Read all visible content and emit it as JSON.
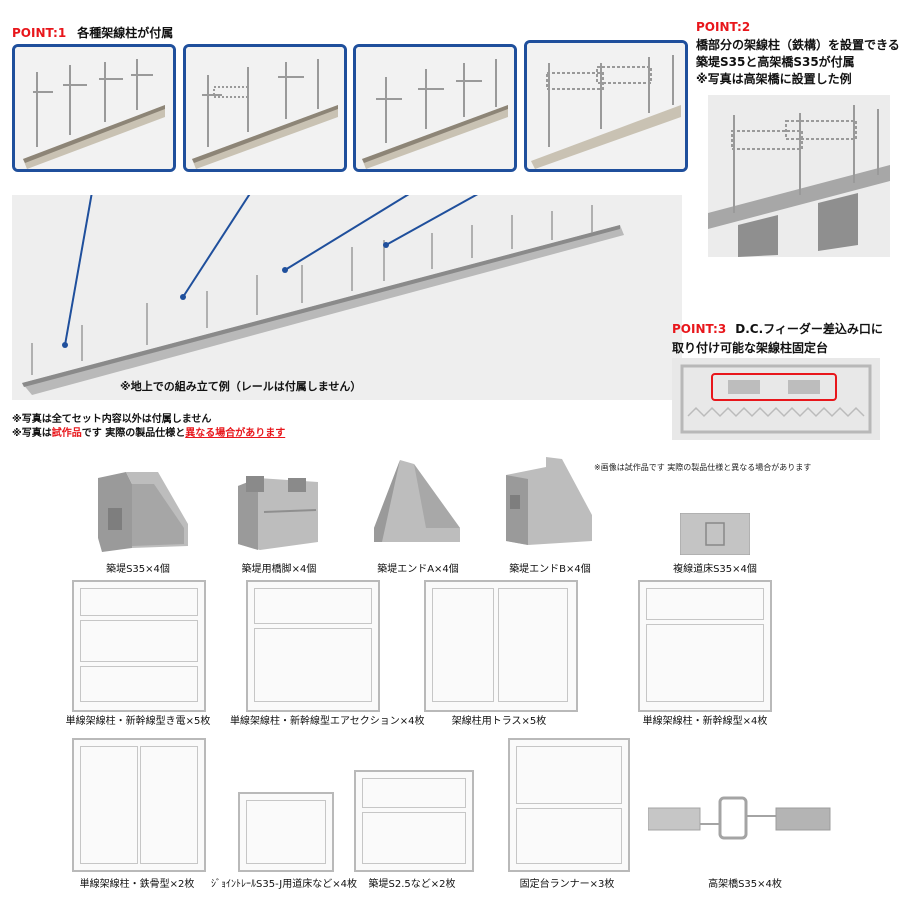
{
  "point1": {
    "label": "POINT:1",
    "text": "各種架線柱が付属"
  },
  "point2": {
    "label": "POINT:2",
    "lines": [
      "橋部分の架線柱（鉄構）を設置できる",
      "築堤S35と高架橋S35が付属",
      "※写真は高架橋に設置した例"
    ]
  },
  "point3": {
    "label": "POINT:3",
    "line1": "D.C.フィーダー差込み口に",
    "line2": "取り付け可能な架線柱固定台"
  },
  "main_photo": {
    "caption": "※地上での組み立て例（レールは付属しません）"
  },
  "notes": {
    "line1": "※写真は全てセット内容以外は付属しません",
    "line2_a": "※写真は",
    "line2_red": "試作品",
    "line2_b": "です 実際の製品仕様と",
    "line2_ul": "異なる場合があります"
  },
  "prototype_note": "※画像は試作品です 実際の製品仕様と異なる場合があります",
  "parts": [
    {
      "id": "embankment-s35",
      "label": "築堤S35×4個"
    },
    {
      "id": "embankment-pier",
      "label": "築堤用橋脚×4個"
    },
    {
      "id": "embankment-end-a",
      "label": "築堤エンドA×4個"
    },
    {
      "id": "embankment-end-b",
      "label": "築堤エンドB×4個"
    },
    {
      "id": "double-track-bed",
      "label": "複線道床S35×4個"
    }
  ],
  "sprues_row1": [
    {
      "label": "単線架線柱・新幹線型き電×5枚"
    },
    {
      "label": "単線架線柱・新幹線型エアセクション×4枚"
    },
    {
      "label": "架線柱用トラス×5枚"
    },
    {
      "label": "単線架線柱・新幹線型×4枚"
    }
  ],
  "sprues_row2": [
    {
      "label": "単線架線柱・鉄骨型×2枚"
    },
    {
      "label": "ｼﾞｮｲﾝﾄﾚｰﾙS35-J用道床など×4枚"
    },
    {
      "label": "築堤S2.5など×2枚"
    },
    {
      "label": "固定台ランナー×3枚"
    },
    {
      "label": "高架橋S35×4枚"
    }
  ],
  "colors": {
    "accent_red": "#e8161b",
    "frame_blue": "#1f4f9c",
    "plastic_gray": "#a9a9a9"
  }
}
